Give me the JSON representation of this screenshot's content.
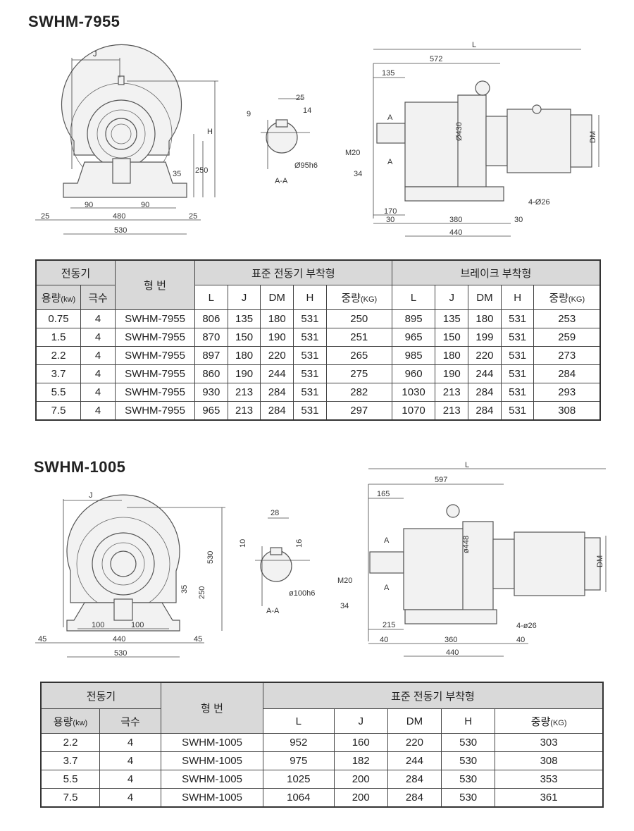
{
  "section1": {
    "title": "SWHM-7955",
    "front": {
      "J": "J",
      "H": "H",
      "d35": "35",
      "d250": "250",
      "d90a": "90",
      "d90b": "90",
      "d25a": "25",
      "d25b": "25",
      "d480": "480",
      "d530": "530"
    },
    "shaft": {
      "d25": "25",
      "d9": "9",
      "d14": "14",
      "dia": "Ø95h6",
      "aa": "A-A"
    },
    "side": {
      "L": "L",
      "d572": "572",
      "d135": "135",
      "dia430": "Ø430",
      "DM": "DM",
      "M20": "M20",
      "d34": "34",
      "d170": "170",
      "holes": "4-Ø26",
      "d30a": "30",
      "d380": "380",
      "d30b": "30",
      "d440": "440",
      "A1": "A",
      "A2": "A"
    },
    "table": {
      "motor": "전동기",
      "cap": "용량",
      "cap_unit": "(kw)",
      "poles": "극수",
      "model": "형  번",
      "std": "표준 전동기 부착형",
      "brake": "브레이크 부착형",
      "cols": [
        "L",
        "J",
        "DM",
        "H"
      ],
      "weight": "중량",
      "weight_unit": "(KG)",
      "rows": [
        [
          "0.75",
          "4",
          "SWHM-7955",
          "806",
          "135",
          "180",
          "531",
          "250",
          "895",
          "135",
          "180",
          "531",
          "253"
        ],
        [
          "1.5",
          "4",
          "SWHM-7955",
          "870",
          "150",
          "190",
          "531",
          "251",
          "965",
          "150",
          "199",
          "531",
          "259"
        ],
        [
          "2.2",
          "4",
          "SWHM-7955",
          "897",
          "180",
          "220",
          "531",
          "265",
          "985",
          "180",
          "220",
          "531",
          "273"
        ],
        [
          "3.7",
          "4",
          "SWHM-7955",
          "860",
          "190",
          "244",
          "531",
          "275",
          "960",
          "190",
          "244",
          "531",
          "284"
        ],
        [
          "5.5",
          "4",
          "SWHM-7955",
          "930",
          "213",
          "284",
          "531",
          "282",
          "1030",
          "213",
          "284",
          "531",
          "293"
        ],
        [
          "7.5",
          "4",
          "SWHM-7955",
          "965",
          "213",
          "284",
          "531",
          "297",
          "1070",
          "213",
          "284",
          "531",
          "308"
        ]
      ]
    }
  },
  "section2": {
    "title": "SWHM-1005",
    "front": {
      "J": "J",
      "d530h": "530",
      "d35": "35",
      "d250": "250",
      "d100a": "100",
      "d100b": "100",
      "d45a": "45",
      "d45b": "45",
      "d440": "440",
      "d530": "530"
    },
    "shaft": {
      "d28": "28",
      "d10": "10",
      "d16": "16",
      "dia": "ø100h6",
      "aa": "A-A"
    },
    "side": {
      "L": "L",
      "d597": "597",
      "d165": "165",
      "dia448": "ø448",
      "DM": "DM",
      "M20": "M20",
      "d34": "34",
      "d215": "215",
      "holes": "4-ø26",
      "d40a": "40",
      "d360": "360",
      "d40b": "40",
      "d440": "440",
      "A1": "A",
      "A2": "A"
    },
    "table": {
      "motor": "전동기",
      "cap": "용량",
      "cap_unit": "(kw)",
      "poles": "극수",
      "model": "형  번",
      "std": "표준 전동기 부착형",
      "cols": [
        "L",
        "J",
        "DM",
        "H"
      ],
      "weight": "중량",
      "weight_unit": "(KG)",
      "rows": [
        [
          "2.2",
          "4",
          "SWHM-1005",
          "952",
          "160",
          "220",
          "530",
          "303"
        ],
        [
          "3.7",
          "4",
          "SWHM-1005",
          "975",
          "182",
          "244",
          "530",
          "308"
        ],
        [
          "5.5",
          "4",
          "SWHM-1005",
          "1025",
          "200",
          "284",
          "530",
          "353"
        ],
        [
          "7.5",
          "4",
          "SWHM-1005",
          "1064",
          "200",
          "284",
          "530",
          "361"
        ]
      ]
    }
  }
}
